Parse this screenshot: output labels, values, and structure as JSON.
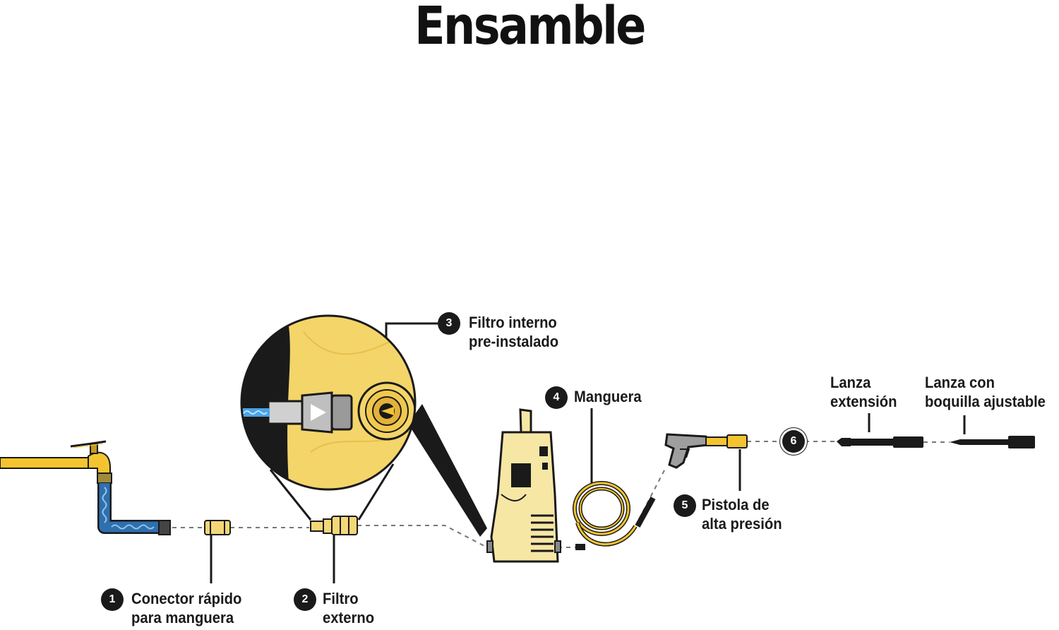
{
  "title": "Ensamble",
  "colors": {
    "yellow": "#f4c430",
    "body": "#f7e7a5",
    "hose_blue": "#2f6fad",
    "ink": "#1a1a1a",
    "dash": "#777777"
  },
  "parts": [
    {
      "num": "1",
      "line1": "Conector rápido",
      "line2": "para manguera"
    },
    {
      "num": "2",
      "line1": "Filtro",
      "line2": "externo"
    },
    {
      "num": "3",
      "line1": "Filtro interno",
      "line2": "pre-instalado"
    },
    {
      "num": "4",
      "line1": "Manguera",
      "line2": ""
    },
    {
      "num": "5",
      "line1": "Pistola de",
      "line2": "alta presión"
    },
    {
      "num": "6",
      "line1": "",
      "line2": ""
    }
  ],
  "lances": [
    {
      "line1": "Lanza",
      "line2": "extensión"
    },
    {
      "line1": "Lanza con",
      "line2": "boquilla ajustable"
    }
  ]
}
